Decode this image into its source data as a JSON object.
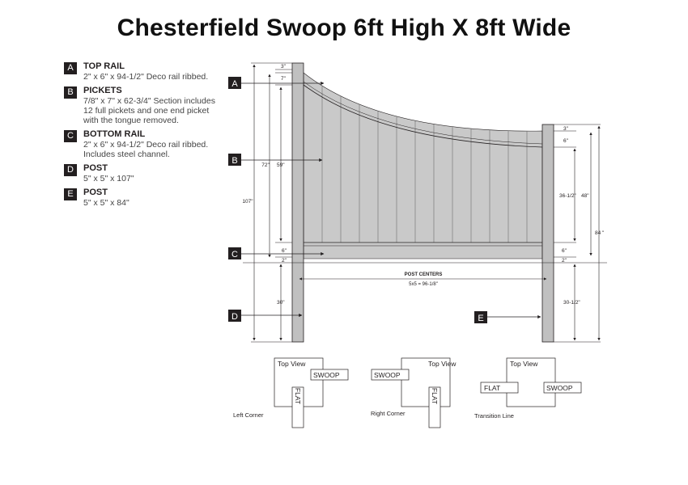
{
  "title": "Chesterfield Swoop 6ft High X 8ft Wide",
  "legend": [
    {
      "letter": "A",
      "title": "TOP RAIL",
      "desc": "2\" x 6\" x 94-1/2\" Deco rail ribbed."
    },
    {
      "letter": "B",
      "title": "PICKETS",
      "desc": "7/8\" x 7\" x 62-3/4\" Section includes 12 full pickets and one end picket with the tongue removed."
    },
    {
      "letter": "C",
      "title": "BOTTOM RAIL",
      "desc": "2\" x 6\" x 94-1/2\" Deco rail ribbed. Includes steel channel."
    },
    {
      "letter": "D",
      "title": "POST",
      "desc": "5\" x 5\" x 107\""
    },
    {
      "letter": "E",
      "title": "POST",
      "desc": "5\" x 5\" x 84\""
    }
  ],
  "callouts": {
    "a": "A",
    "b": "B",
    "c": "C",
    "d": "D",
    "e": "E"
  },
  "dims": {
    "left_top_gap": "3\"",
    "left_rail": "7\"",
    "left_total": "107\"",
    "left_panel": "72\"",
    "left_picket": "59\"",
    "left_bottom_rail": "6\"",
    "left_bottom_gap": "2\"",
    "left_ground": "30\"",
    "right_top_gap": "3\"",
    "right_rail": "6\"",
    "right_picket": "36-1/2\"",
    "right_panel": "48\"",
    "right_total": "84 \"",
    "right_bottom_rail": "6\"",
    "right_bottom_gap": "2\"",
    "right_ground": "30-1/2\"",
    "post_centers_label": "POST CENTERS",
    "post_centers_value": "5x5 = 96-1/8\""
  },
  "views": [
    {
      "caption": "Left Corner",
      "top_view": "Top View",
      "swoop": "SWOOP",
      "flat": "FLAT"
    },
    {
      "caption": "Right Corner",
      "top_view": "Top View",
      "swoop": "SWOOP",
      "flat": "FLAT"
    },
    {
      "caption": "Transition Line",
      "top_view": "Top View",
      "swoop": "SWOOP",
      "flat": "FLAT"
    }
  ],
  "colors": {
    "panel": "#c9c9c9",
    "post": "#c0c0c0",
    "line": "#231f20",
    "badge": "#231f20"
  }
}
